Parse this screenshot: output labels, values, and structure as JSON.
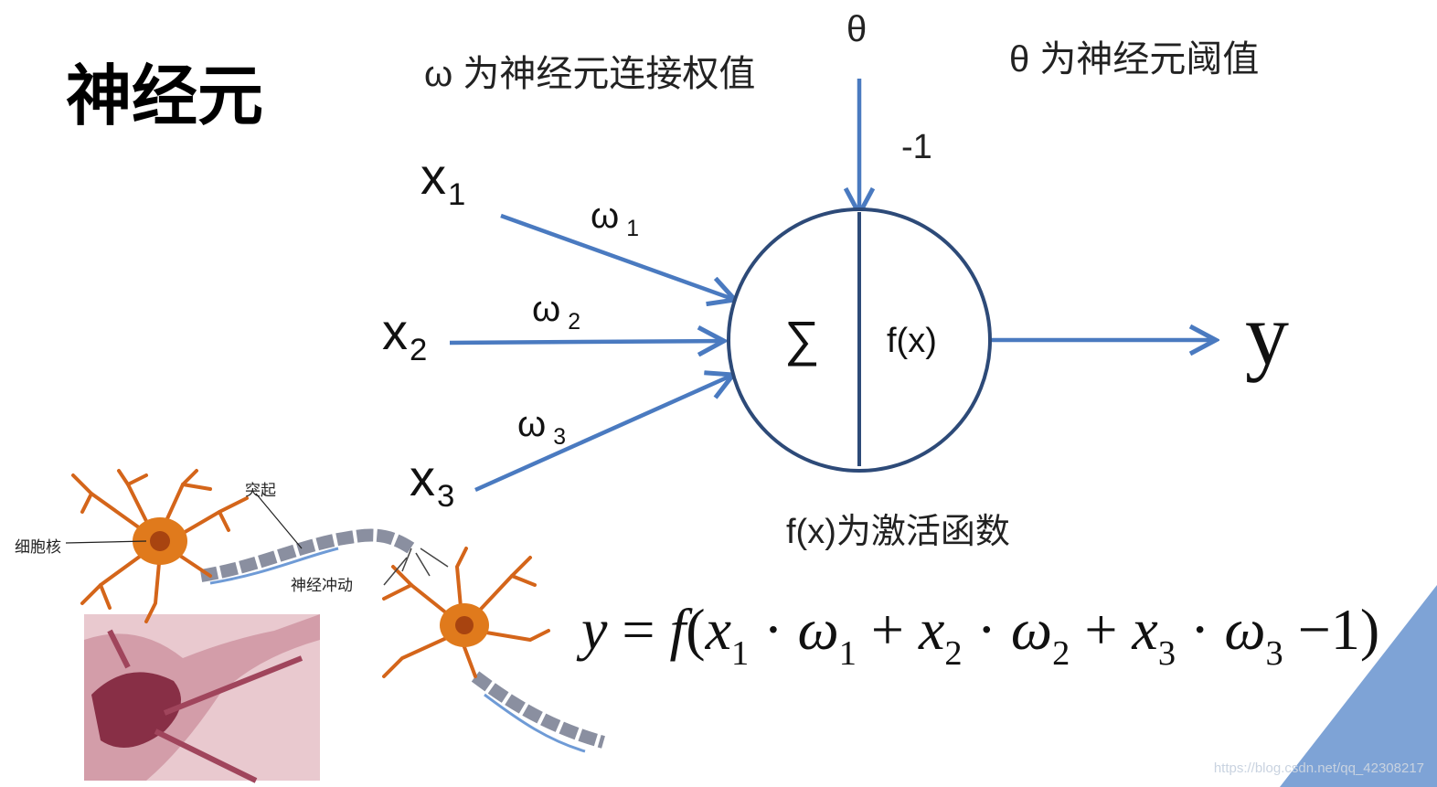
{
  "title": "神经元",
  "weight_note": "ω 为神经元连接权值",
  "threshold_symbol": "θ",
  "threshold_note": "θ 为神经元阈值",
  "bias_value": "-1",
  "inputs": [
    {
      "var": "x",
      "index": "1",
      "weight": "ω",
      "weight_index": "1"
    },
    {
      "var": "x",
      "index": "2",
      "weight": "ω",
      "weight_index": "2"
    },
    {
      "var": "x",
      "index": "3",
      "weight": "ω",
      "weight_index": "3"
    }
  ],
  "neuron": {
    "sum_symbol": "∑",
    "activation": "f(x)"
  },
  "output": "y",
  "activation_note": "f(x)为激活函数",
  "formula": {
    "lhs": "y",
    "eq": " = ",
    "f": "f",
    "open": "(",
    "x": "x",
    "w": "ω",
    "dot": " · ",
    "plus": " + ",
    "minus": " −1",
    "close": ")",
    "i1": "1",
    "i2": "2",
    "i3": "3"
  },
  "illustration": {
    "label_protrusion": "突起",
    "label_nucleus": "细胞核",
    "label_impulse": "神经冲动"
  },
  "watermark": "https://blog.csdn.net/qq_42308217",
  "colors": {
    "arrow": "#4a7ac0",
    "circle": "#2d4a78",
    "corner": "#7ea3d6",
    "neuron_body": "#e07a1c"
  }
}
